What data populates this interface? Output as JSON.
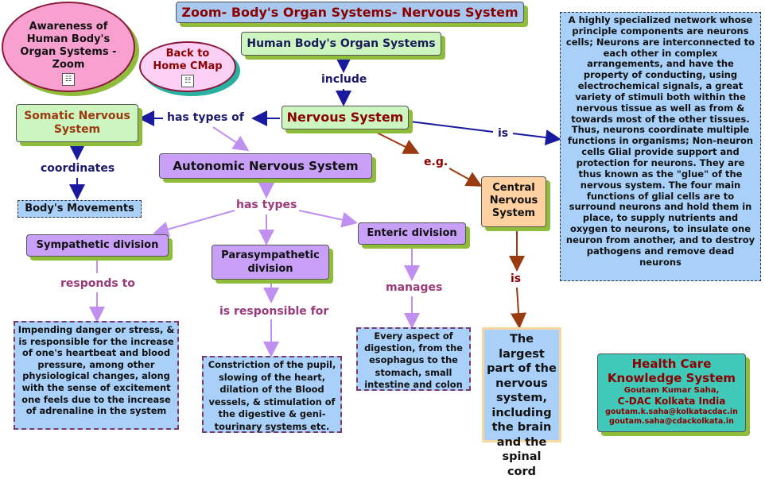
{
  "title": "Zoom- Body's Organ Systems- Nervous System",
  "awareness": "Awareness of Human Body's Organ Systems -Zoom",
  "back_home": "Back to Home CMap",
  "root": "Human Body's Organ Systems",
  "nervous_system": "Nervous System",
  "somatic": "Somatic Nervous System",
  "autonomic": "Autonomic Nervous System",
  "body_movements": "Body's Movements",
  "sympathetic": "Sympathetic division",
  "parasympathetic": "Parasympathetic division",
  "enteric": "Enteric division",
  "central": "Central Nervous System",
  "definition": "A highly specialized network whose principle components are neurons cells; Neurons are interconnected to each other in complex arrangements, and have the property of conducting, using electrochemical signals, a great variety of stimuli both within the nervous tissue as well as from & towards most of the other tissues. Thus, neurons coordinate multiple functions in organisms; Non-neuron cells Glial provide support and protection for neurons. They are thus known as the \"glue\" of the nervous system. The four main functions of glial cells are to surround neurons and hold them in place, to supply nutrients and oxygen to neurons, to insulate one neuron from another, and to destroy pathogens and remove dead neurons",
  "sympathetic_desc": "Impending danger or stress, & is responsible for the increase of one's heartbeat and blood pressure, among other physiological changes, along with the sense of excitement one feels due to the increase of adrenaline in the system",
  "parasympathetic_desc": "Constriction of the pupil, slowing of the heart, dilation of the Blood vessels, & stimulation of the digestive & geni-tourinary systems etc.",
  "enteric_desc": "Every aspect of digestion, from the esophagus to the stomach, small intestine and colon",
  "central_desc": "The largest part of the nervous system, including the brain and the spinal cord",
  "links": {
    "include": "include",
    "has_types_of": "has types of",
    "is": "is",
    "eg": "e.g.",
    "coordinates": "coordinates",
    "has_types": "has types",
    "responds_to": "responds to",
    "is_responsible_for": "is responsible for",
    "manages": "manages",
    "is2": "is"
  },
  "credits": {
    "heading": "Health Care Knowledge System",
    "author": "Goutam Kumar Saha,",
    "org": "C-DAC Kolkata India",
    "email1": "goutam.k.saha@kolkatacdac.in",
    "email2": "goutam.saha@cdackolkata.in"
  },
  "colors": {
    "title_bg": "#a8c8f0",
    "green_node": "#ccf5c0",
    "purple_node": "#c8a0f8",
    "blue_desc": "#a8d0f8",
    "orange_node": "#ffd0a0",
    "pink_node": "#f8a0d0",
    "teal_credit": "#40c8b8",
    "link_blue": "#1a1aa0",
    "link_purple": "#c090f0",
    "link_brown": "#9a3a10"
  },
  "icons": [
    "concept-map-icon",
    "concept-map-icon"
  ]
}
